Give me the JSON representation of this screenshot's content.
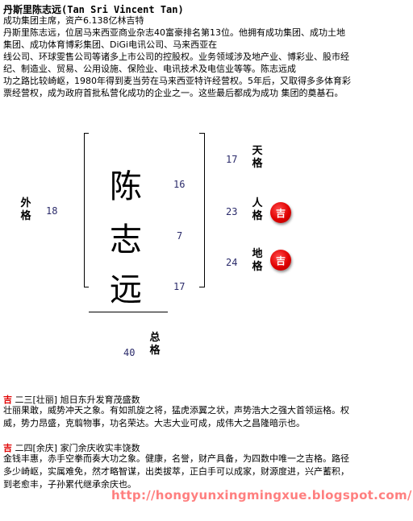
{
  "title": "丹斯里陈志远(Tan Sri Vincent Tan)",
  "bio_lines": [
    "成功集团主席，资产6.138亿林吉特",
    "丹斯里陈志远，位居马来西亚商业杂志40富豪排名第13位。他拥有成功集团、成功土地",
    "集团、成功体育博彩集团、DiGi电讯公司、马来西亚在",
    "线公司、环球雯售公司等诸多上市公司的控股权。业务领域涉及地产业、博彩业、股市经",
    "纪、制造业、贸易、公用设施、保险业、电讯技术及电信业等等。陈志远成",
    "功之路比较崎岖，1980年得到麦当劳在马来西亚特许经营权。5年后，又取得多多体育彩",
    "票经营权，成为政府首批私营化成功的企业之一。这些最后都成为成功 集团的奠基石。"
  ],
  "name_chars": [
    "陈",
    "志",
    "远"
  ],
  "strokes": [
    "16",
    "7",
    "17"
  ],
  "grids": {
    "tian": {
      "label": "天格",
      "value": "17"
    },
    "ren": {
      "label": "人格",
      "value": "23",
      "badge": "吉"
    },
    "di": {
      "label": "地格",
      "value": "24",
      "badge": "吉"
    },
    "wai": {
      "label": "外格",
      "value": "18"
    },
    "zong": {
      "label": "总格",
      "value": "40"
    }
  },
  "sections": [
    {
      "rating": "吉",
      "heading": " 二三[壮丽]  旭日东升发育茂盛数",
      "lines": [
        "壮丽果敢，威势冲天之象。有如凯旋之将，猛虎添翼之状，声势浩大之强大首领运格。权",
        "威，势力昂盛，克翦物事，功名荣达。大志大业可成，成伟大之昌隆暗示也。"
      ]
    },
    {
      "rating": "吉",
      "heading": " 二四[余庆]  家门余庆收实丰饶数",
      "lines": [
        "金钱丰惠，赤手空拳而奏大功之象。健康，名誉，财产具备，为四数中唯一之吉格。路径",
        "多少崎岖，实属难免，然才略智谋，出类拔萃，正白手可以成家，财源度进，兴产蓄积，",
        "到老愈丰，子孙累代继承余庆也。"
      ]
    }
  ],
  "watermark": "http://hongyunxingmingxue.blogspot.com/",
  "colors": {
    "accent": "#e00000",
    "watermark": "#ff7f7f",
    "numbers": "#2b2b6b"
  }
}
